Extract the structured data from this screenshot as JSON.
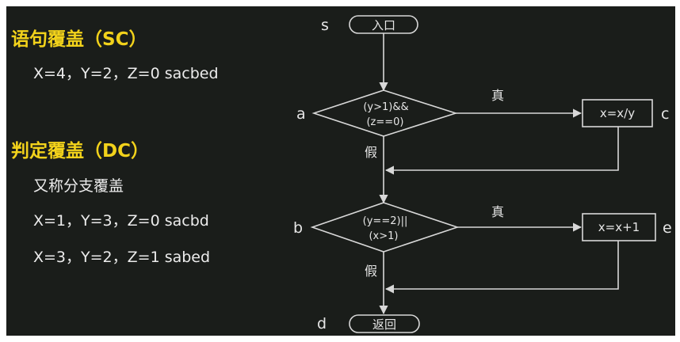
{
  "left_panel": {
    "sc_heading": "语句覆盖（SC）",
    "sc_case": "X=4，Y=2，Z=0 sacbed",
    "dc_heading": "判定覆盖（DC）",
    "dc_subtitle": "又称分支覆盖",
    "dc_case_1": "X=1，Y=3，Z=0 sacbd",
    "dc_case_2": "X=3，Y=2，Z=1 sabed"
  },
  "flowchart": {
    "point_s": "s",
    "point_a": "a",
    "point_b": "b",
    "point_c": "c",
    "point_d": "d",
    "point_e": "e",
    "entry": "入口",
    "exit": "返回",
    "decision_1_line1": "(y>1)&&",
    "decision_1_line2": "(z==0)",
    "decision_2_line1": "(y==2)||",
    "decision_2_line2": "(x>1)",
    "true_label_1": "真",
    "false_label_1": "假",
    "true_label_2": "真",
    "false_label_2": "假",
    "process_1": "x=x/y",
    "process_2": "x=x+1"
  },
  "colors": {
    "background": "#1a1d1a",
    "heading": "#f2d21b",
    "text": "#ececec",
    "line": "#d8d8d8"
  }
}
